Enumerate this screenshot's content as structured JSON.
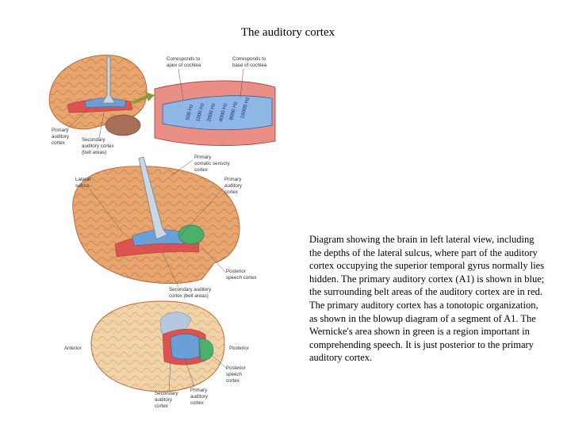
{
  "slide": {
    "title": "The auditory cortex",
    "caption": "Diagram showing the brain in left lateral view, including the depths of the lateral sulcus, where part of the auditory cortex occupying the superior temporal gyrus normally lies hidden. The primary auditory cortex (A1) is shown in blue; the surrounding belt areas of the auditory cortex are in red. The primary auditory cortex has a tonotopic organization, as shown in the blowup diagram of a segment of A1. The Wernicke's area shown in green is a region important in comprehending speech. It is just posterior to the primary auditory cortex."
  },
  "labels": {
    "apex": [
      "Corresponds to",
      "apex of cochlea"
    ],
    "base": [
      "Corresponds to",
      "base of cochlea"
    ],
    "primary_top": [
      "Primary",
      "auditory",
      "cortex"
    ],
    "secondary_top": [
      "Secondary",
      "auditory cortex",
      "(belt areas)"
    ],
    "lateral_sulcus": [
      "Lateral",
      "sulcus"
    ],
    "somatic": [
      "Primary",
      "somatic sensory",
      "cortex"
    ],
    "primary_mid": [
      "Primary",
      "auditory",
      "cortex"
    ],
    "posterior_speech": [
      "Posterior",
      "speech cortex"
    ],
    "secondary_mid": [
      "Secondary auditory",
      "cortex (belt areas)"
    ],
    "anterior": "Anterior",
    "posterior": "Posterior",
    "posterior_speech_bottom": [
      "Posterior",
      "speech",
      "cortex"
    ],
    "secondary_bottom": [
      "Secondary",
      "auditory",
      "cortex"
    ],
    "primary_bottom": [
      "Primary",
      "auditory",
      "cortex"
    ]
  },
  "frequency_bands": [
    "500 Hz",
    "1000 Hz",
    "2000 Hz",
    "4000 Hz",
    "8000 Hz",
    "16000 Hz"
  ],
  "colors": {
    "primary_auditory": "#6a9fd8",
    "belt_areas": "#d9534f",
    "wernicke": "#4caf6a",
    "brain": "#e8a66f",
    "cerebellum": "#a86f58"
  }
}
